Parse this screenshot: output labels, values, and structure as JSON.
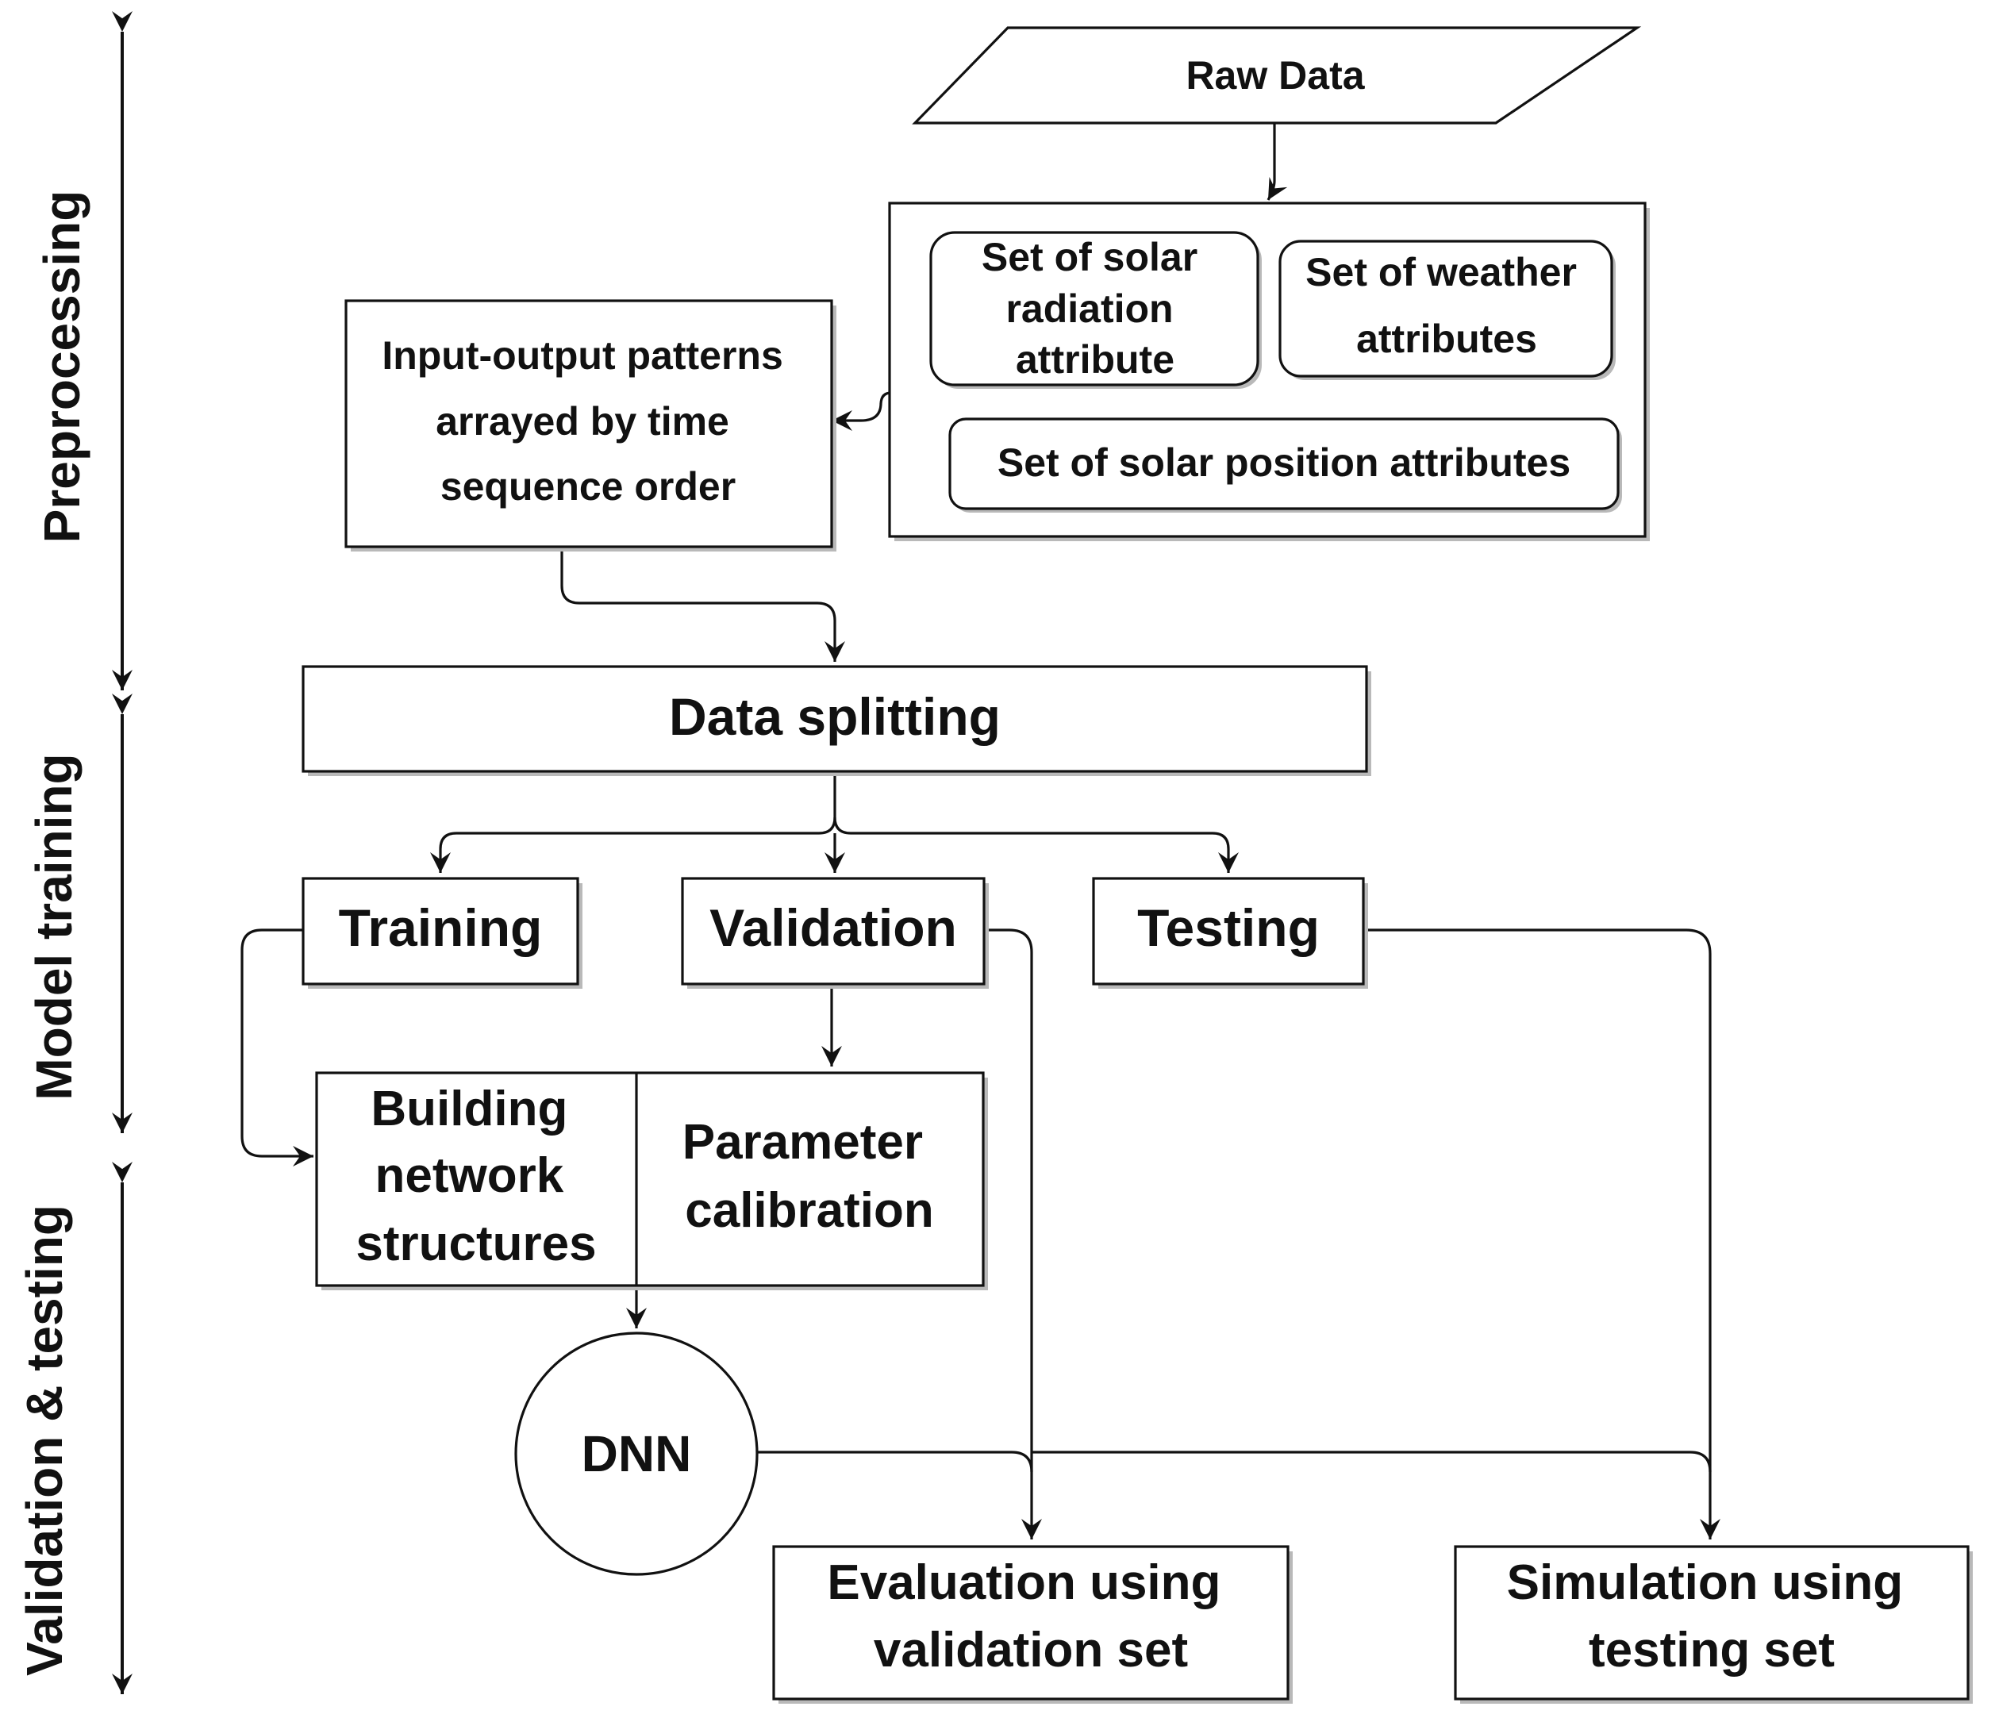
{
  "phases": {
    "preprocessing": "Preprocessing",
    "model_training": "Model training",
    "validation_testing": "Validation & testing"
  },
  "raw_data": "Raw Data",
  "attributes": {
    "solar_radiation": [
      "Set of solar",
      "radiation",
      "attribute"
    ],
    "weather": [
      "Set of weather",
      "attributes"
    ],
    "solar_position": "Set of solar position attributes"
  },
  "patterns": [
    "Input-output patterns",
    "arrayed by time",
    "sequence order"
  ],
  "data_splitting": "Data splitting",
  "stages": {
    "training": "Training",
    "validation": "Validation",
    "testing": "Testing"
  },
  "building": [
    "Building",
    "network",
    "structures"
  ],
  "calibration": [
    "Parameter",
    "calibration"
  ],
  "dnn": "DNN",
  "evaluation": [
    "Evaluation using",
    "validation set"
  ],
  "simulation": [
    "Simulation using",
    "testing set"
  ]
}
